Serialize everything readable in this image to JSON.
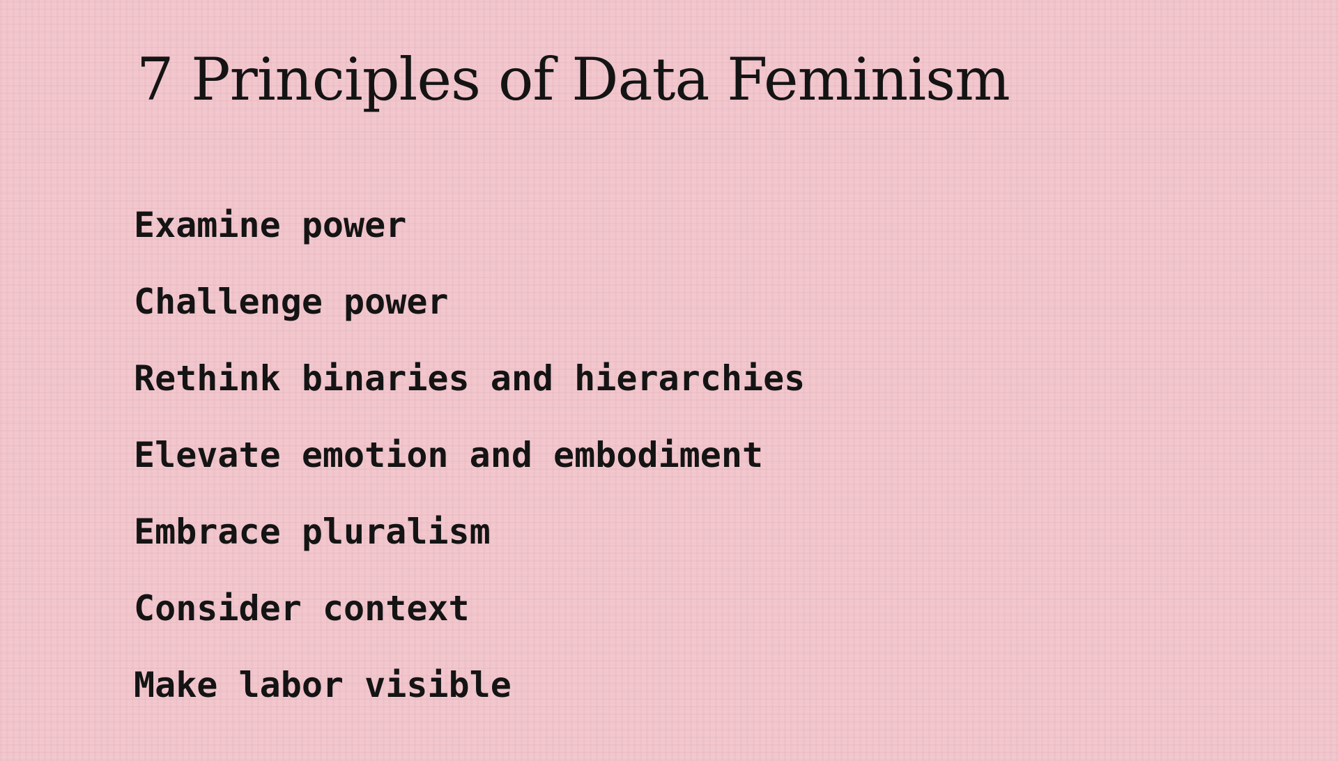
{
  "slide": {
    "title": "7 Principles of Data Feminism",
    "principles": [
      "Examine power",
      "Challenge power",
      "Rethink binaries and hierarchies",
      "Elevate emotion and embodiment",
      "Embrace pluralism",
      "Consider context",
      "Make labor visible"
    ]
  },
  "colors": {
    "background": "#f2c6cd",
    "text": "#141414"
  }
}
